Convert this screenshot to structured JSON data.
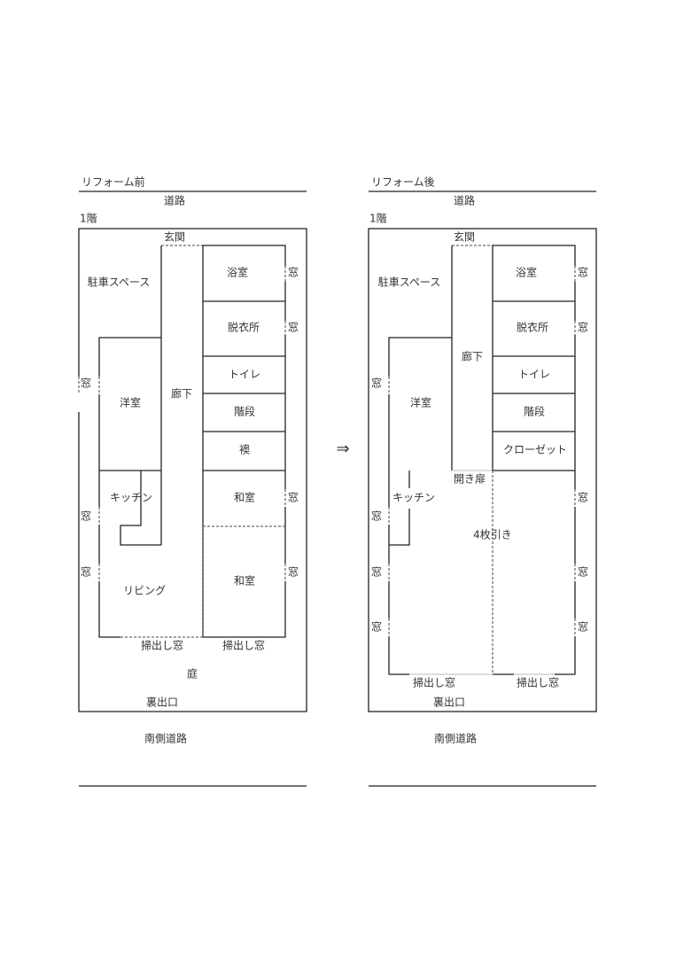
{
  "arrow": "⇒",
  "before": {
    "title": "リフォーム前",
    "road_top": "道路",
    "floor": "1階",
    "entrance": "玄関",
    "parking": "駐車スペース",
    "western_room": "洋室",
    "hallway": "廊下",
    "bath": "浴室",
    "dressing": "脱衣所",
    "toilet": "トイレ",
    "stairs": "階段",
    "fusuma": "襖",
    "japanese_room_1": "和室",
    "japanese_room_2": "和室",
    "kitchen": "キッチン",
    "living": "リビング",
    "sweep_window_1": "掃出し窓",
    "sweep_window_2": "掃出し窓",
    "garden": "庭",
    "back_exit": "裏出口",
    "window": "窓",
    "road_south": "南側道路"
  },
  "after": {
    "title": "リフォーム後",
    "road_top": "道路",
    "floor": "1階",
    "entrance": "玄関",
    "parking": "駐車スペース",
    "western_room": "洋室",
    "hallway": "廊下",
    "bath": "浴室",
    "dressing": "脱衣所",
    "toilet": "トイレ",
    "stairs": "階段",
    "closet": "クローゼット",
    "hinged_door": "開き扉",
    "kitchen": "キッチン",
    "four_panel_sliding": "4枚引き",
    "sweep_window_1": "掃出し窓",
    "sweep_window_2": "掃出し窓",
    "back_exit": "裏出口",
    "window": "窓",
    "road_south": "南側道路"
  }
}
